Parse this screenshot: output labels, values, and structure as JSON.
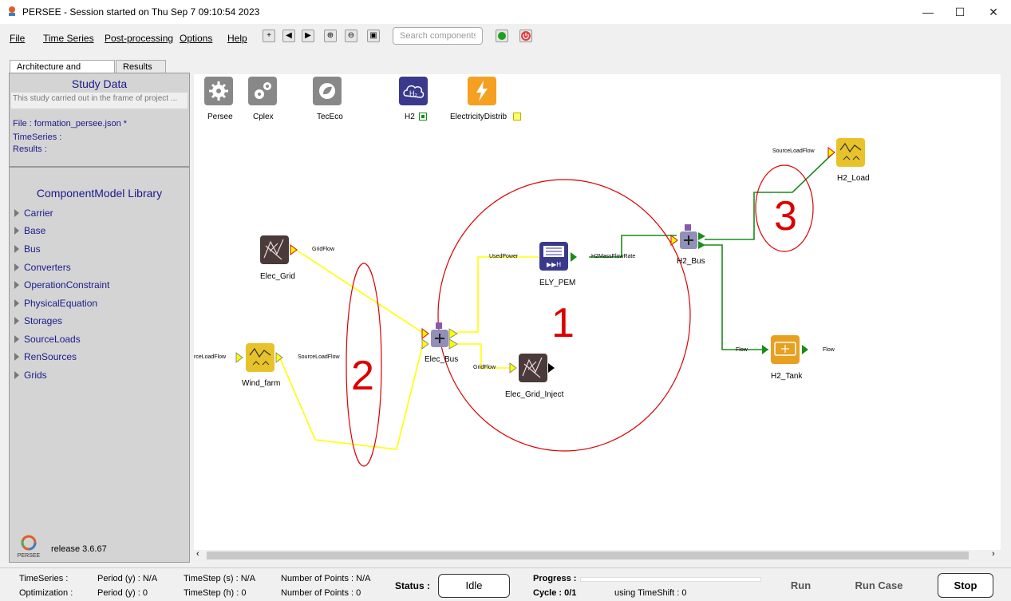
{
  "window": {
    "title": "PERSEE - Session started on Thu Sep 7 09:10:54 2023",
    "minimize": "—",
    "maximize": "☐",
    "close": "✕"
  },
  "menu": [
    "File",
    "Time Series",
    "Post-processing",
    "Options",
    "Help"
  ],
  "toolbar": {
    "add": "+",
    "prev": "◀",
    "next": "▶",
    "zoom_in": "⊕",
    "zoom_out": "⊖",
    "fit": "▣",
    "search_placeholder": "Search components"
  },
  "tabs": [
    "Architecture and Settings",
    "Results"
  ],
  "study": {
    "title": "Study Data",
    "description": "This study carried out in the frame of project ...",
    "file": "File : formation_persee.json *",
    "timeseries": "TimeSeries :",
    "results": "Results :"
  },
  "library": {
    "title": "ComponentModel Library",
    "items": [
      "Carrier",
      "Base",
      "Bus",
      "Converters",
      "OperationConstraint",
      "PhysicalEquation",
      "Storages",
      "SourceLoads",
      "RenSources",
      "Grids"
    ]
  },
  "release": "release 3.6.67",
  "logo_text": "PERSEE",
  "carriers": {
    "persee": "Persee",
    "cplex": "Cplex",
    "tececo": "TecEco",
    "h2": "H2",
    "elec": "ElectricityDistrib"
  },
  "nodes": {
    "elec_grid": "Elec_Grid",
    "wind_farm": "Wind_farm",
    "elec_bus": "Elec_Bus",
    "ely_pem": "ELY_PEM",
    "elec_grid_inject": "Elec_Grid_Inject",
    "h2_bus": "H2_Bus",
    "h2_load": "H2_Load",
    "h2_tank": "H2_Tank"
  },
  "ports": {
    "gridflow_1": "GridFlow",
    "sourceloadflow_left": "rceLoadFlow",
    "sourceloadflow_wind": "SourceLoadFlow",
    "usedpower": "UsedPower",
    "h2massflowrate": "H2MassFlowRate",
    "gridflow_2": "GridFlow",
    "sourceloadflow_load": "SourceLoadFlow",
    "flow_in": "Flow",
    "flow_out": "Flow"
  },
  "annotations": [
    "1",
    "2",
    "3"
  ],
  "status": {
    "ts_label": "TimeSeries :",
    "opt_label": "Optimization :",
    "period_y_ts": "Period (y) : N/A",
    "period_y_opt": "Period (y) : 0",
    "timestep_s": "TimeStep (s) : N/A",
    "timestep_h": "TimeStep (h) : 0",
    "num_points_ts": "Number of Points : N/A",
    "num_points_opt": "Number of Points : 0",
    "status_label": "Status :",
    "status_value": "Idle",
    "progress_label": "Progress :",
    "progress_value": 0,
    "cycle": "Cycle : 0/1",
    "timeshift": "using TimeShift : 0",
    "run": "Run",
    "run_case": "Run Case",
    "stop": "Stop"
  },
  "colors": {
    "accent_blue": "#1a1a8c",
    "electric_wire": "#ffff00",
    "h2_wire": "#1a8c1a",
    "annotation_red": "#dd0000",
    "source_yellow": "#e8c22a"
  }
}
